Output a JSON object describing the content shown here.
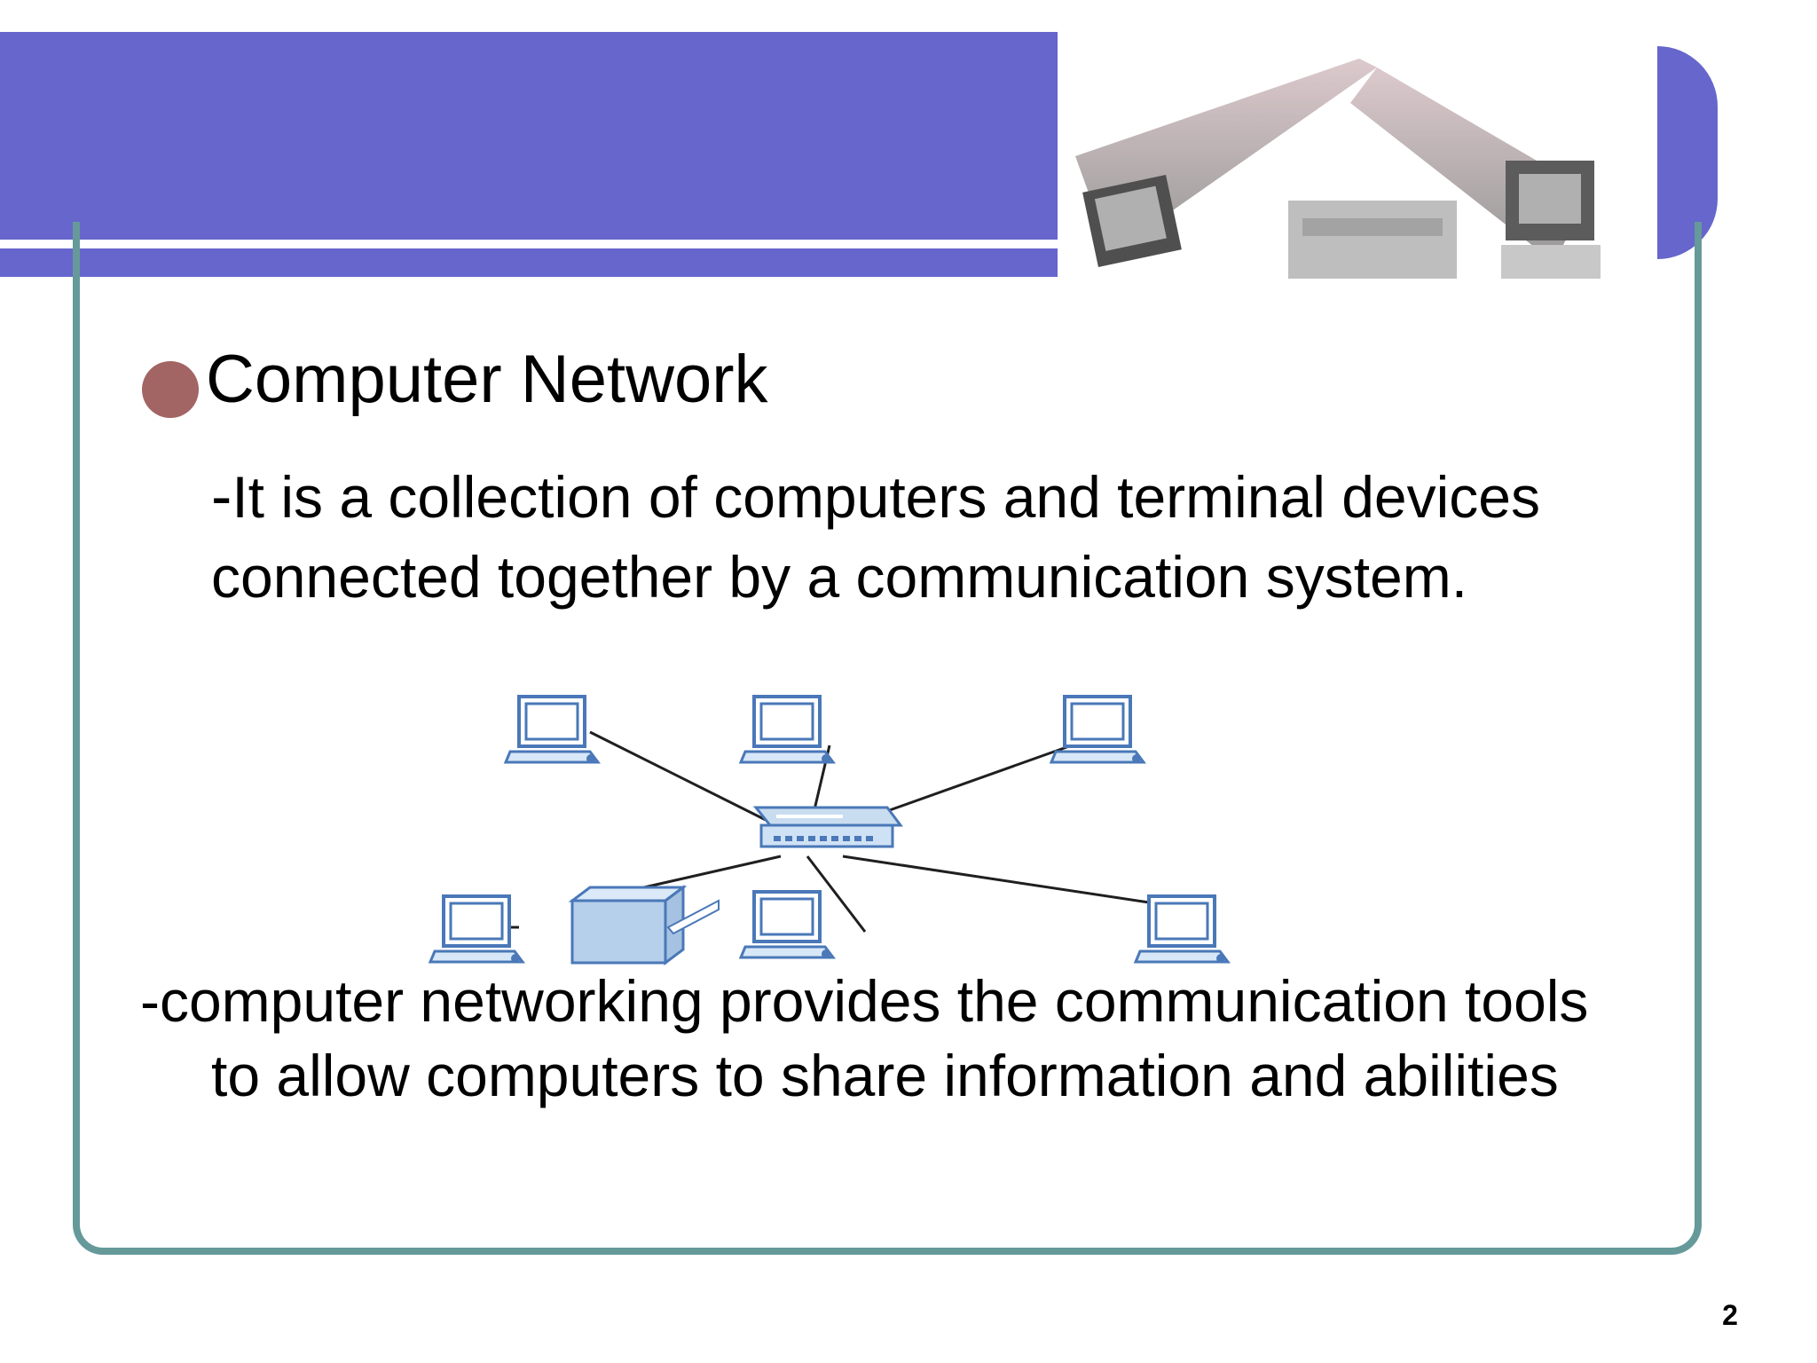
{
  "slide": {
    "bullet_title": "Computer Network",
    "definition_line1": "It is a collection of computers and terminal devices",
    "definition_line2": "connected together by a communication system.",
    "summary_line1": "-computer networking provides the communication tools",
    "summary_line2": "to allow computers to share information and abilities",
    "page_number": "2"
  },
  "colors": {
    "header_band": "#6666cc",
    "frame_border": "#669999",
    "bullet": "#a36464",
    "network_device": "#4a78b8"
  },
  "icons": {
    "header_image": "laptops-network-photo",
    "diagram_hub": "network-switch-icon",
    "diagram_nodes": "laptop-icon",
    "diagram_printer": "printer-icon"
  }
}
